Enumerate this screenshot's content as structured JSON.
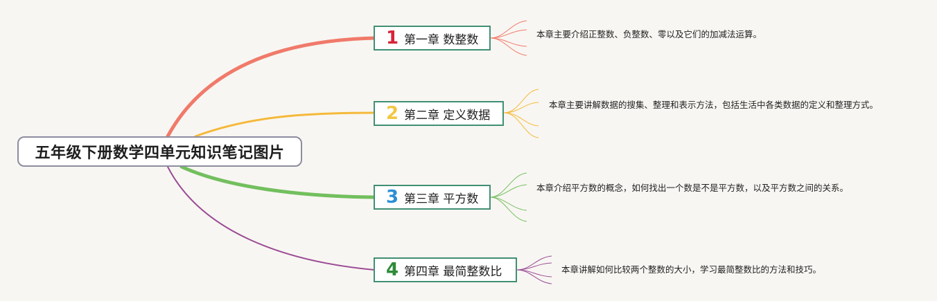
{
  "root": {
    "title": "五年级下册数学四单元知识笔记图片"
  },
  "chapters": [
    {
      "number": "1",
      "label": "第一章 数整数",
      "color": "#d6243a",
      "note": "本章主要介绍正整数、负整数、零以及它们的加减法运算。"
    },
    {
      "number": "2",
      "label": "第二章 定义数据",
      "color": "#f2c744",
      "note": "本章主要讲解数据的搜集、整理和表示方法，包括生活中各类数据的定义和整理方式。"
    },
    {
      "number": "3",
      "label": "第三章 平方数",
      "color": "#2a8fd4",
      "note": "本章介绍平方数的概念，如何找出一个数是不是平方数，以及平方数之间的关系。"
    },
    {
      "number": "4",
      "label": "第四章 最简整数比",
      "color": "#2e8b3a",
      "note": "本章讲解如何比较两个整数的大小，学习最简整数比的方法和技巧。"
    }
  ],
  "branch_colors": {
    "chapter1": "#f07a6a",
    "chapter2": "#f5b93a",
    "chapter3": "#72bf5e",
    "chapter4": "#9a4b95"
  }
}
